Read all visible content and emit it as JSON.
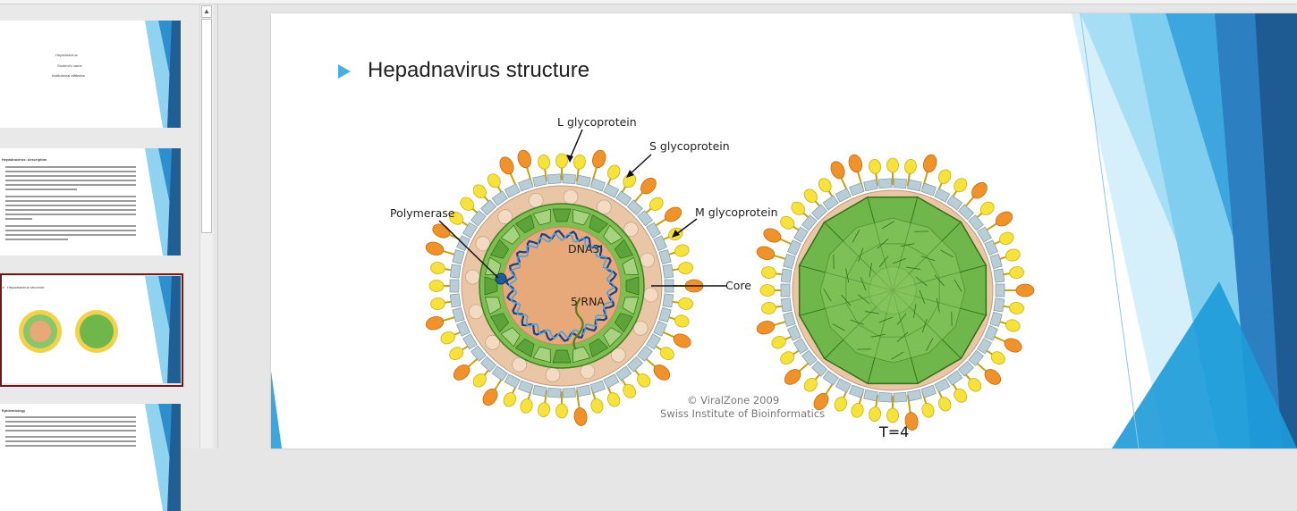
{
  "thumbnails": {
    "slide1": {
      "lines": [
        "Hepadnavirus",
        "Student's name",
        "Institutional affiliation"
      ]
    },
    "slide2": {
      "title": "Hepadnavirus: description"
    },
    "slide3": {
      "title": "Hepadnavirus structure"
    },
    "slide4": {
      "title": "Epidemiology"
    }
  },
  "slide": {
    "title": "Hepadnavirus structure",
    "labels": {
      "l_glyco": "L glycoprotein",
      "s_glyco": "S glycoprotein",
      "m_glyco": "M glycoprotein",
      "polymerase": "Polymerase",
      "core": "Core",
      "dna": "DNA3'",
      "rna": "5'RNA",
      "t4": "T=4"
    },
    "credit": {
      "line1": "© ViralZone 2009",
      "line2": "Swiss Institute of Bioinformatics"
    }
  },
  "colors": {
    "accent": "#4aaee0",
    "selection_border": "#6b1a1a",
    "capsid_green": "#6fb74a",
    "lipid_tan": "#e8b88f"
  }
}
